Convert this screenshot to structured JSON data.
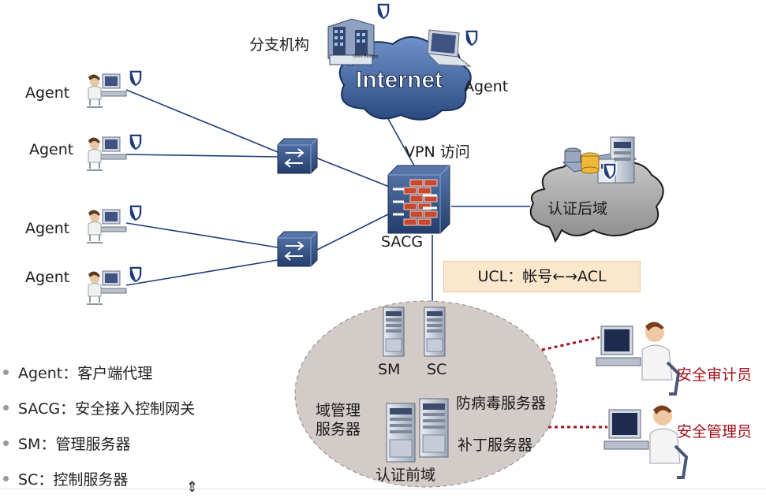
{
  "labels": {
    "branch": "分支机构",
    "internet": "Internet",
    "agent_remote": "Agent",
    "vpn": "VPN 访问",
    "auth_backend": "认证后域",
    "sacg": "SACG",
    "agents": [
      "Agent",
      "Agent",
      "Agent",
      "Agent"
    ],
    "ucl": "UCL：帐号←→ACL",
    "sm": "SM",
    "sc": "SC",
    "domain_mgmt_line1": "域管理",
    "domain_mgmt_line2": "服务器",
    "antivirus": "防病毒服务器",
    "patch": "补丁服务器",
    "auth_front": "认证前域",
    "auditor": "安全审计员",
    "admin": "安全管理员",
    "office_building": "Office Building"
  },
  "legend": [
    "Agent：客户端代理",
    "SACG：安全接入控制网关",
    "SM：管理服务器",
    "SC：控制服务器"
  ],
  "colors": {
    "link": "#1f3b7a",
    "cloud": "#3c5f9a",
    "cloud_dark": "#16305f",
    "gray_cloud": "#a9a9a9",
    "domain_ellipse": "#cfc8c5",
    "red_dotted": "#a3111a",
    "ucl_bg": "#fbe7cc",
    "switch": "#35517f"
  },
  "icons": {
    "switch": "network-switch-icon",
    "firewall": "firewall-icon",
    "server": "server-icon",
    "workstation": "user-workstation-icon",
    "shield": "shield-icon",
    "building": "office-building-icon",
    "laptop": "laptop-icon"
  }
}
